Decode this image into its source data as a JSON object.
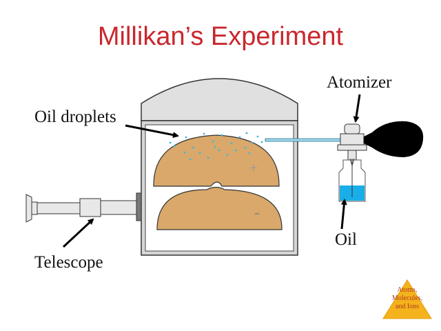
{
  "slide": {
    "title": "Millikan’s Experiment"
  },
  "labels": {
    "atomizer": "Atomizer",
    "oil_droplets": "Oil droplets",
    "oil": "Oil",
    "telescope": "Telescope",
    "plus": "+",
    "minus": "-"
  },
  "badge": {
    "line1": "Atoms,",
    "line2": "Molecules,",
    "line3": "and Ions"
  },
  "colors": {
    "title": "#c8282d",
    "plate": "#d9a86a",
    "droplet": "#3fb6e0",
    "oil": "#19aee8",
    "badge": "#f4b21c"
  }
}
